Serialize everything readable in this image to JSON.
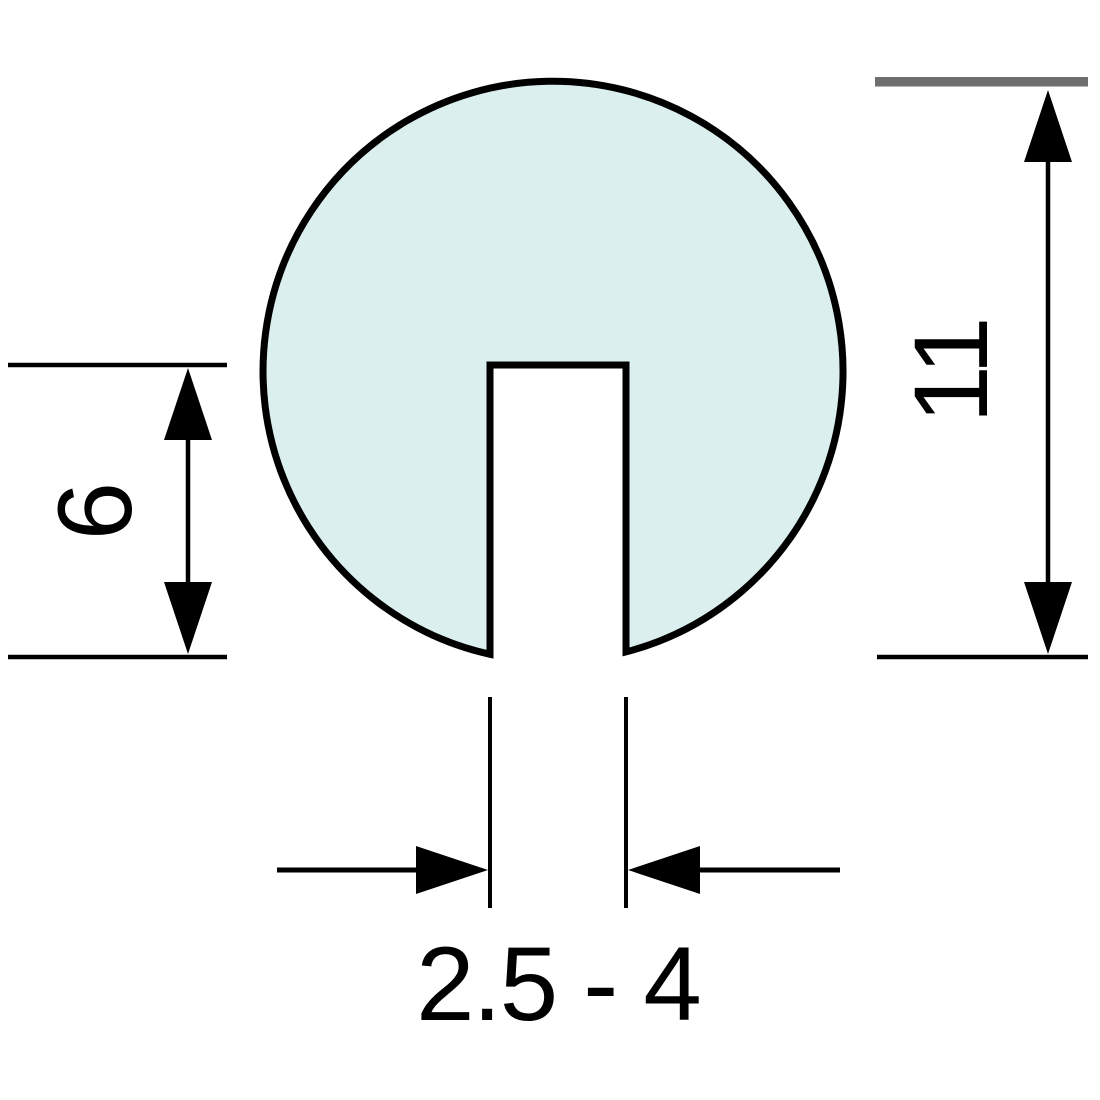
{
  "diagram": {
    "type": "technical-cross-section",
    "subject": "round edge-protection profile with bottom slot",
    "dimensions": {
      "overall_height": {
        "label": "11",
        "orientation": "vertical-right"
      },
      "slot_depth": {
        "label": "6",
        "orientation": "vertical-left"
      },
      "slot_width": {
        "label": "2.5 - 4",
        "orientation": "horizontal-bottom"
      }
    }
  },
  "colors": {
    "profile_fill": "#dcefef",
    "outline": "#000000",
    "mount_surface": "#6e6e6e",
    "background": "#ffffff"
  }
}
